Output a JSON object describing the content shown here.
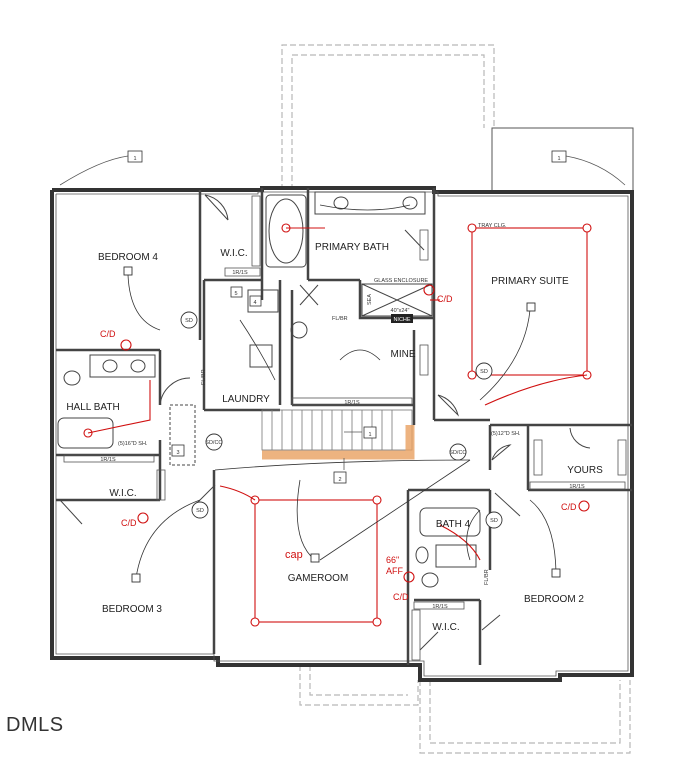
{
  "rooms": {
    "bedroom4": "BEDROOM 4",
    "wic_top": "W.I.C.",
    "primary_bath": "PRIMARY BATH",
    "primary_suite": "PRIMARY SUITE",
    "mine": "MINE",
    "laundry": "LAUNDRY",
    "hall_bath": "HALL BATH",
    "wic_left": "W.I.C.",
    "bedroom3": "BEDROOM 3",
    "gameroom": "GAMEROOM",
    "bath4": "BATH 4",
    "yours": "YOURS",
    "bedroom2": "BEDROOM 2",
    "wic_bottom": "W.I.C."
  },
  "callouts": {
    "tag_left": "1",
    "tag_right": "1",
    "tag_stair": "1",
    "tag_2": "2",
    "tag_3": "3",
    "tag_4": "4",
    "tag_5": "5"
  },
  "notes": {
    "tray": "TRAY CLG.",
    "glass": "GLASS ENCLOSURE",
    "niche": "NICHE",
    "niche_size": "40\"x24\"",
    "shower_hall": "(5)16\"D SH.",
    "shower_yours": "(5)12\"D SH.",
    "sd": "SD",
    "sdco": "SD/CO",
    "rs": "1R/1S",
    "flbr": "FL/BR",
    "sea": "SEA"
  },
  "annotations": {
    "cd": "C/D",
    "cap": "cap",
    "aff_1": "66\"",
    "aff_2": "AFF"
  },
  "watermark": "DMLS"
}
